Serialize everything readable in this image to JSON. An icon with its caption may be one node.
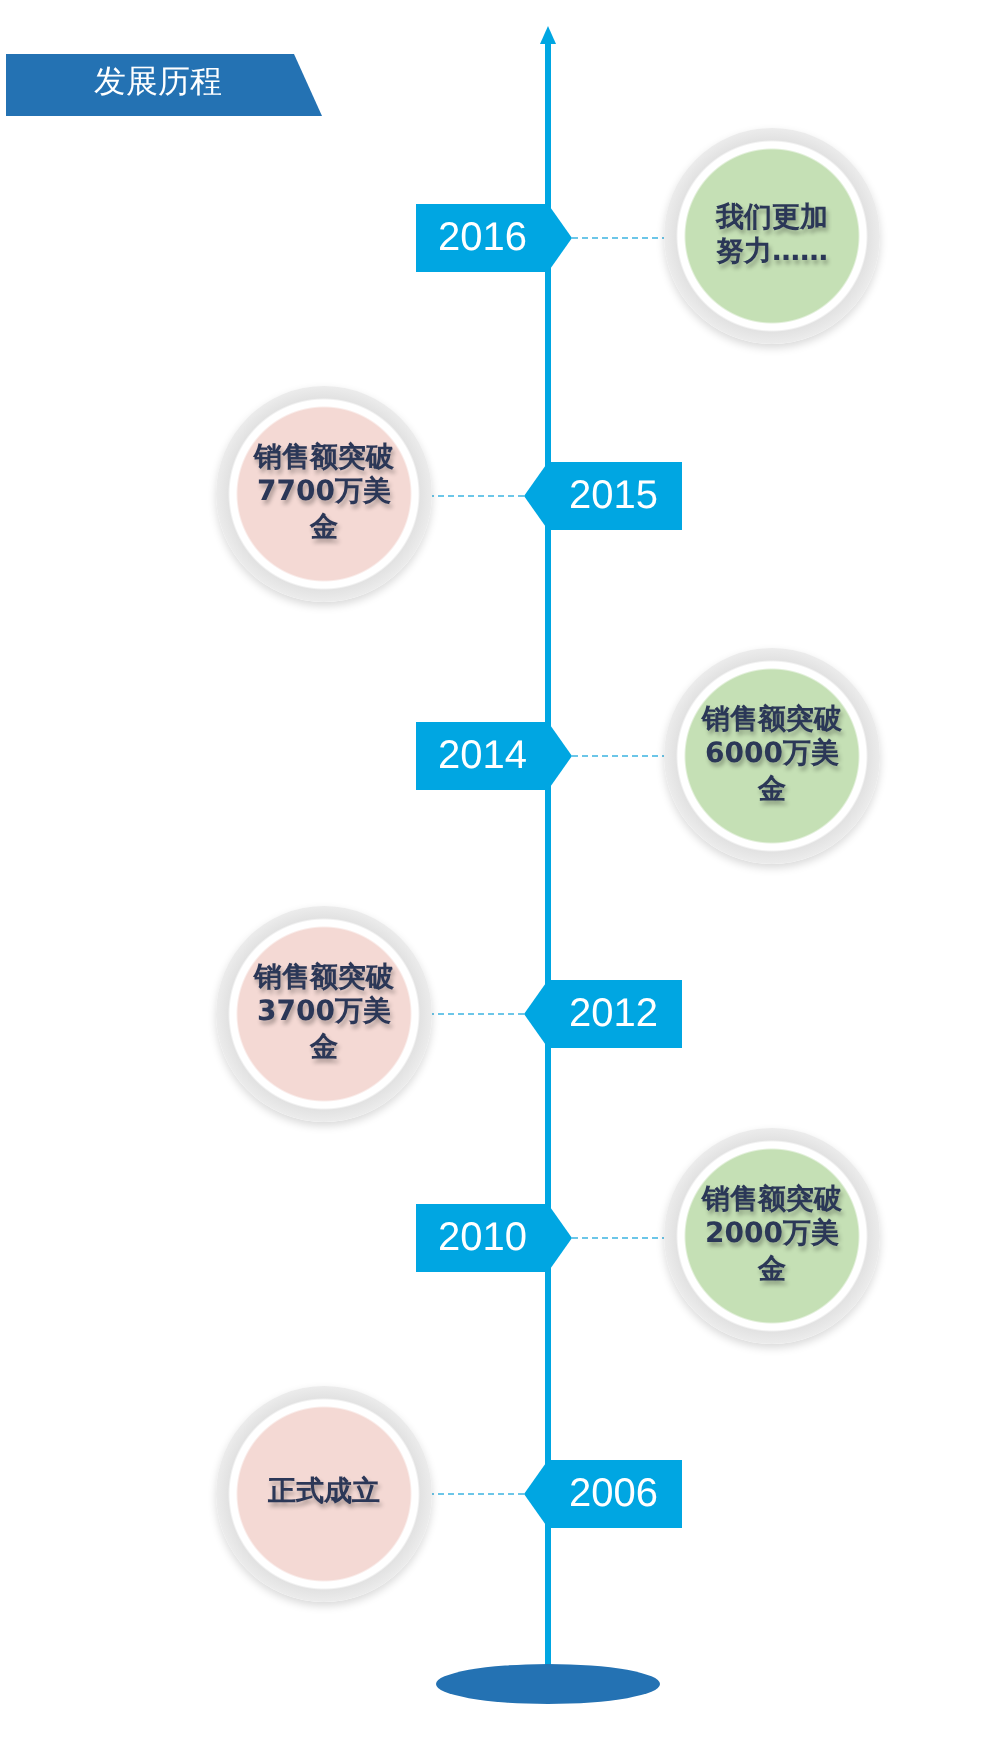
{
  "diagram": {
    "title": "发展历程",
    "nodes": [
      {
        "text": [
          "2016"
        ]
      },
      {
        "text": [
          "我们更加努力……"
        ]
      },
      {
        "text": [
          "销售额突破7700万美金"
        ]
      },
      {
        "text": [
          "2015"
        ]
      },
      {
        "text": [
          "2014"
        ]
      },
      {
        "text": [
          "销售额突破6000万美金"
        ]
      },
      {
        "text": [
          "销售额突破3700万美金"
        ]
      },
      {
        "text": [
          "2012"
        ]
      },
      {
        "text": [
          "2010"
        ]
      },
      {
        "text": [
          "销售额突破2000万美金"
        ]
      },
      {
        "text": [
          "正式成立"
        ]
      },
      {
        "text": [
          "2006"
        ]
      }
    ],
    "edges": [
      {
        "from": 0,
        "to": 1,
        "arrow": "none"
      },
      {
        "from": 3,
        "to": 2,
        "arrow": "none"
      },
      {
        "from": 4,
        "to": 5,
        "arrow": "none"
      },
      {
        "from": 7,
        "to": 6,
        "arrow": "none"
      },
      {
        "from": 8,
        "to": 9,
        "arrow": "none"
      },
      {
        "from": 11,
        "to": 10,
        "arrow": "none"
      }
    ]
  }
}
